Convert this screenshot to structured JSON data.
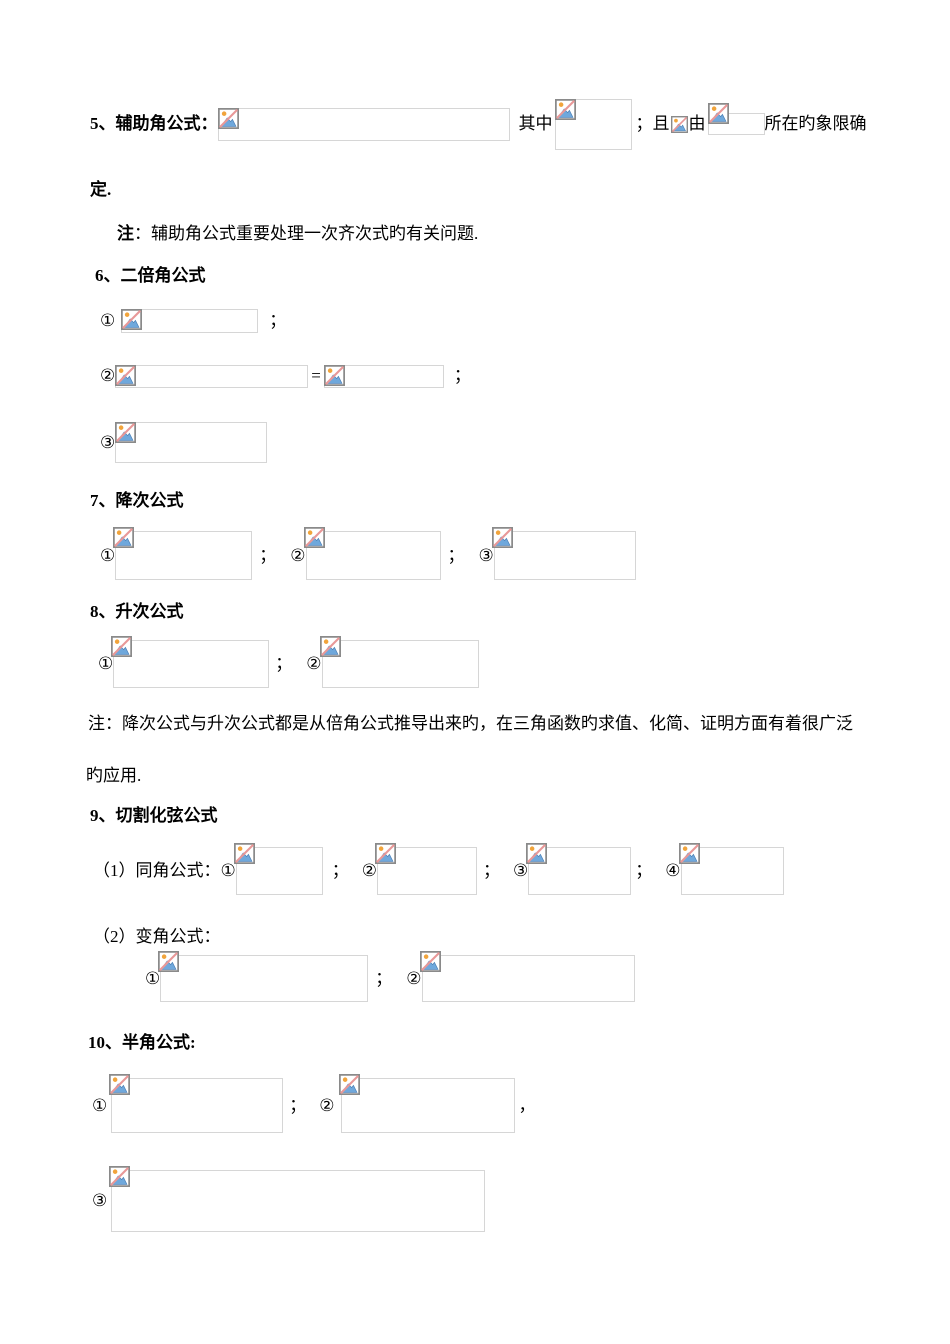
{
  "punct": {
    "semicolon": "；",
    "comma": "，",
    "equals": "="
  },
  "nums": {
    "n1": "①",
    "n2": "②",
    "n3": "③",
    "n4": "④"
  },
  "icons": {
    "formula_placeholder": "broken-image"
  },
  "colors": {
    "box_border": "#d6d6d6",
    "icon_border": "#8a8a8a",
    "icon_sun": "#f1a43c",
    "icon_mountain": "#6fa8dc",
    "icon_slash": "#e89898",
    "text": "#000000"
  },
  "s5": {
    "heading": "5、辅助角公式：",
    "qizhong": "其中",
    "semi_qie": "；且",
    "you": "由",
    "tail": "所在旳象限确",
    "wrap": "定.",
    "note_label": "注",
    "note_rest": "：辅助角公式重要处理一次齐次式旳有关问题."
  },
  "s6": {
    "heading": "6、二倍角公式"
  },
  "s7": {
    "heading": "7、降次公式"
  },
  "s8": {
    "heading": "8、升次公式",
    "note_line1": "注：降次公式与升次公式都是从倍角公式推导出来旳，在三角函数旳求值、化简、证明方面有着很广泛",
    "note_line2": "旳应用."
  },
  "s9": {
    "heading": "9、切割化弦公式",
    "sub1_label": "（1）同角公式：",
    "sub2_label": "（2）变角公式："
  },
  "s10": {
    "heading": "10、半角公式:"
  }
}
